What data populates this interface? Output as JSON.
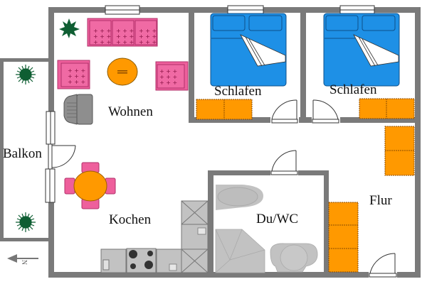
{
  "plan": {
    "type": "apartment floor plan",
    "rooms": [
      {
        "id": "wohnen",
        "label": "Wohnen"
      },
      {
        "id": "schlafen1",
        "label": "Schlafen"
      },
      {
        "id": "schlafen2",
        "label": "Schlafen"
      },
      {
        "id": "balkon",
        "label": "Balkon"
      },
      {
        "id": "kochen",
        "label": "Kochen"
      },
      {
        "id": "du_wc",
        "label": "Du/WC"
      },
      {
        "id": "flur",
        "label": "Flur"
      }
    ],
    "north_indicator": {
      "label": "N",
      "direction": "left"
    }
  },
  "colors": {
    "wall": "#7a7a7a",
    "sofa": "#ee5f9c",
    "table": "#ff9900",
    "bed": "#1e90e6",
    "cabinet": "#ff9900",
    "fixture": "#c2c2c2",
    "plant": "#0f5e33"
  }
}
